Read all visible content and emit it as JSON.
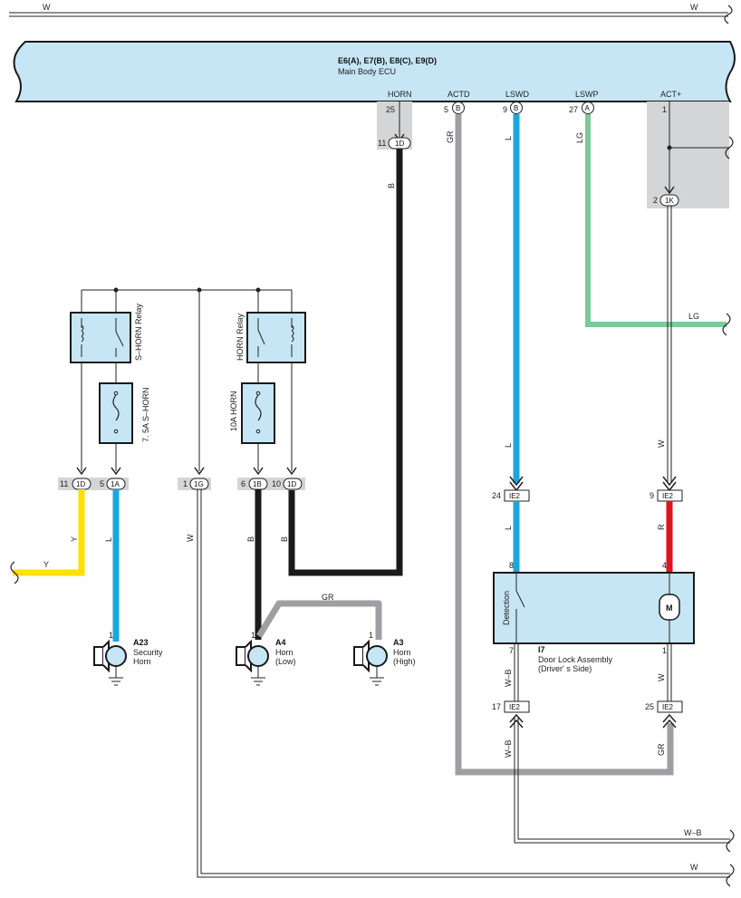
{
  "wires": {
    "top_left": "W",
    "top_right": "W",
    "horn_ecu": "B",
    "actd": "GR",
    "lswd": "L",
    "lswp": "LG",
    "lg_out": "LG",
    "act_w": "W",
    "y_vert": "Y",
    "y_out": "Y",
    "l_sec": "L",
    "w_1g": "W",
    "b_6": "B",
    "b_10": "B",
    "l_lower": "L",
    "lswd_lower": "L",
    "r_act": "R",
    "gr_horn": "GR",
    "wb_7": "W–B",
    "w_1": "W",
    "wb_17": "W–B",
    "gr_25": "GR",
    "wb_out": "W–B",
    "w_bottom": "W"
  },
  "ecu": {
    "codes": "E6(A), E7(B), E8(C), E9(D)",
    "name": "Main Body ECU",
    "terminals": [
      {
        "name": "HORN",
        "pin": "25",
        "conn": ""
      },
      {
        "name": "ACTD",
        "pin": "5",
        "conn": "B"
      },
      {
        "name": "LSWD",
        "pin": "9",
        "conn": "B"
      },
      {
        "name": "LSWP",
        "pin": "27",
        "conn": "A"
      },
      {
        "name": "ACT+",
        "pin": "1",
        "conn": ""
      }
    ]
  },
  "connectors": {
    "c_11_1D_top": {
      "pin": "11",
      "id": "1D"
    },
    "c_2_1K": {
      "pin": "2",
      "id": "1K"
    },
    "c_11_1D": {
      "pin": "11",
      "id": "1D"
    },
    "c_5_1A": {
      "pin": "5",
      "id": "1A"
    },
    "c_1_1G": {
      "pin": "1",
      "id": "1G"
    },
    "c_6_1B": {
      "pin": "6",
      "id": "1B"
    },
    "c_10_1D": {
      "pin": "10",
      "id": "1D"
    },
    "c_24_IE2": {
      "pin": "24",
      "id": "IE2"
    },
    "c_9_IE2": {
      "pin": "9",
      "id": "IE2"
    },
    "c_17_IE2": {
      "pin": "17",
      "id": "IE2"
    },
    "c_25_IE2": {
      "pin": "25",
      "id": "IE2"
    }
  },
  "relays": {
    "shorn": "S–HORN Relay",
    "horn": "HORN Relay"
  },
  "fuses": {
    "shorn": "7. 5A S–HORN",
    "horn": "10A HORN"
  },
  "components": {
    "a23": {
      "code": "A23",
      "line1": "Security",
      "line2": "Horn",
      "pin": "1"
    },
    "a4": {
      "code": "A4",
      "line1": "Horn",
      "line2": "(Low)",
      "pin": "1"
    },
    "a3": {
      "code": "A3",
      "line1": "Horn",
      "line2": "(High)",
      "pin": "1"
    },
    "i7": {
      "code": "I7",
      "line1": "Door Lock Assembly",
      "line2": "(Driver' s Side)",
      "detection": "Detection",
      "motor": "M",
      "pin8": "8",
      "pin4": "4",
      "pin7": "7",
      "pin1": "1"
    }
  },
  "colors": {
    "ecu_fill": "#c6e6f5",
    "wire_L": "#19a7e0",
    "wire_LG": "#7cc99a",
    "wire_Y": "#ffe000",
    "wire_B": "#1a1a1a",
    "wire_R": "#e0141e",
    "wire_GR": "#9d9fa2",
    "shade": "#d4d5d7"
  }
}
